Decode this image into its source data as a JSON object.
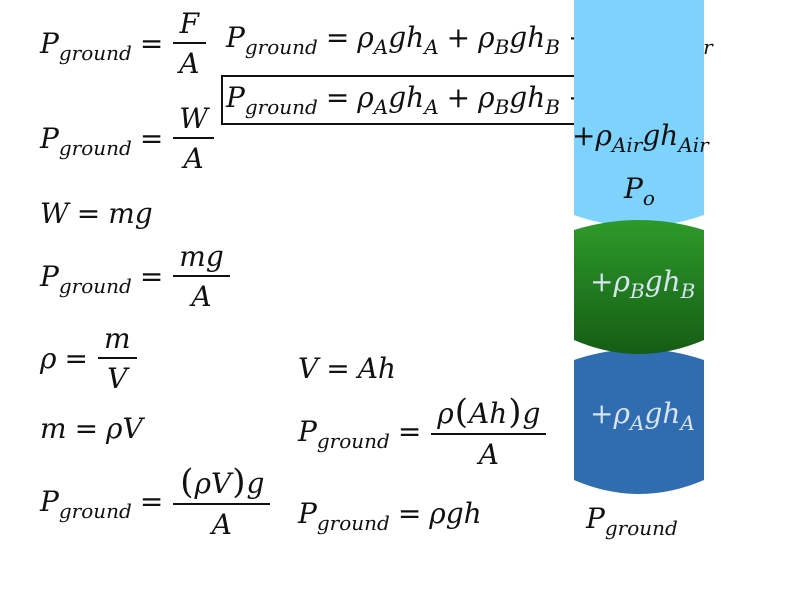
{
  "text": {
    "P": "P",
    "ground": "ground",
    "equals": "=",
    "plus": "+",
    "rho": "ρ",
    "F": "F",
    "A": "A",
    "W": "W",
    "V": "V",
    "m": "m",
    "g": "g",
    "h": "h",
    "mg": "mg",
    "gh": "gh",
    "sub_A": "A",
    "sub_B": "B",
    "sub_Air": "Air",
    "sub_o": "o",
    "lparen": "(",
    "rparen": ")",
    "Ah": "Ah"
  },
  "colors": {
    "air_light": "#7dd3fc",
    "air_dark": "#5cc5f5",
    "fluid_b_top": "#2e9a2a",
    "fluid_b_bottom": "#155d15",
    "fluid_a": "#2f6db0",
    "fluid_a_dark": "#245a92",
    "label_on_dark": "#d8e4f0"
  }
}
